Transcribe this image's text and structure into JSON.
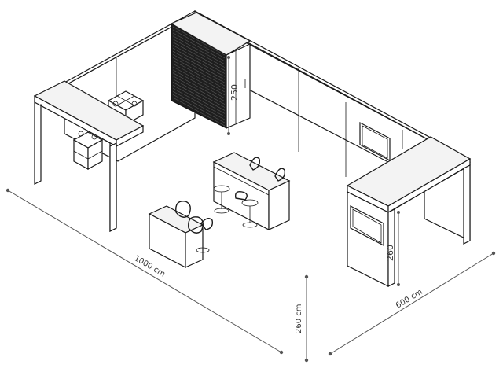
{
  "dimensions": {
    "length_label": "1000 cm",
    "width_label": "600 cm",
    "height_label": "260 cm",
    "storage_height_label": "250",
    "wall_height_label": "260"
  },
  "colors": {
    "line": "#1a1a1a",
    "dimension": "#555555",
    "panel": "#1e1e1e",
    "background": "#ffffff"
  }
}
